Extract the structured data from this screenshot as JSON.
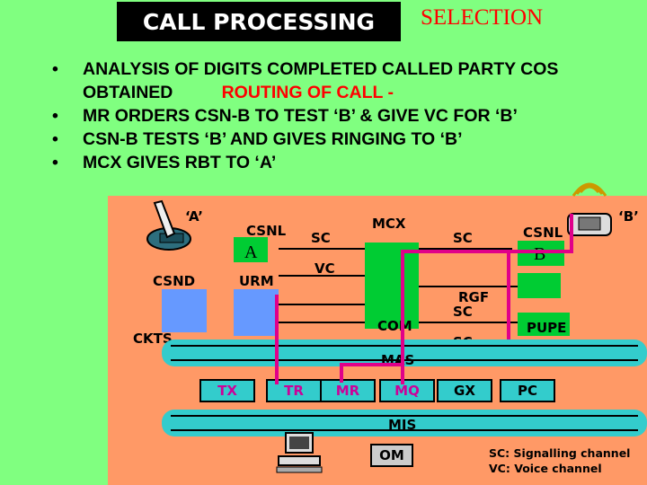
{
  "header": {
    "title": "CALL PROCESSING",
    "subtitle": "SELECTION"
  },
  "bullets": [
    {
      "text": "ANALYSIS OF DIGITS COMPLETED CALLED PARTY COS OBTAINED",
      "red": "ROUTING OF CALL -"
    },
    {
      "text": "MR ORDERS CSN-B TO TEST ‘B’ & GIVE VC FOR ‘B’"
    },
    {
      "text": "CSN-B TESTS ‘B’ AND GIVES RINGING TO ‘B’"
    },
    {
      "text": "MCX GIVES RBT TO ‘A’"
    }
  ],
  "diagram": {
    "sub_a": "‘A’",
    "sub_b": "‘B’",
    "csnl_left": "CSNL",
    "csnl_left_tag": "A",
    "csnl_right": "CSNL",
    "csnl_right_tag": "B",
    "sc_left": "SC",
    "sc_right": "SC",
    "vc": "VC",
    "mcx": "MCX",
    "csnd": "CSND",
    "urm": "URM",
    "rgf": "RGF",
    "rgf_sc": "SC",
    "com": "COM",
    "pupe": "PUPE",
    "sc_lower": "SC",
    "ckts": "CKTS",
    "mas": "MAS",
    "mis": "MIS",
    "stations": [
      "TX",
      "TR",
      "MR",
      "MQ",
      "GX",
      "PC"
    ],
    "om": "OM",
    "legend": [
      "SC: Signalling channel",
      "VC: Voice channel"
    ]
  },
  "colors": {
    "background": "#80ff80",
    "diagram_bg": "#ff9966",
    "path": "#e0008a",
    "bus": "#33cccc",
    "module": "#6699ff",
    "switch": "#00cc33"
  }
}
